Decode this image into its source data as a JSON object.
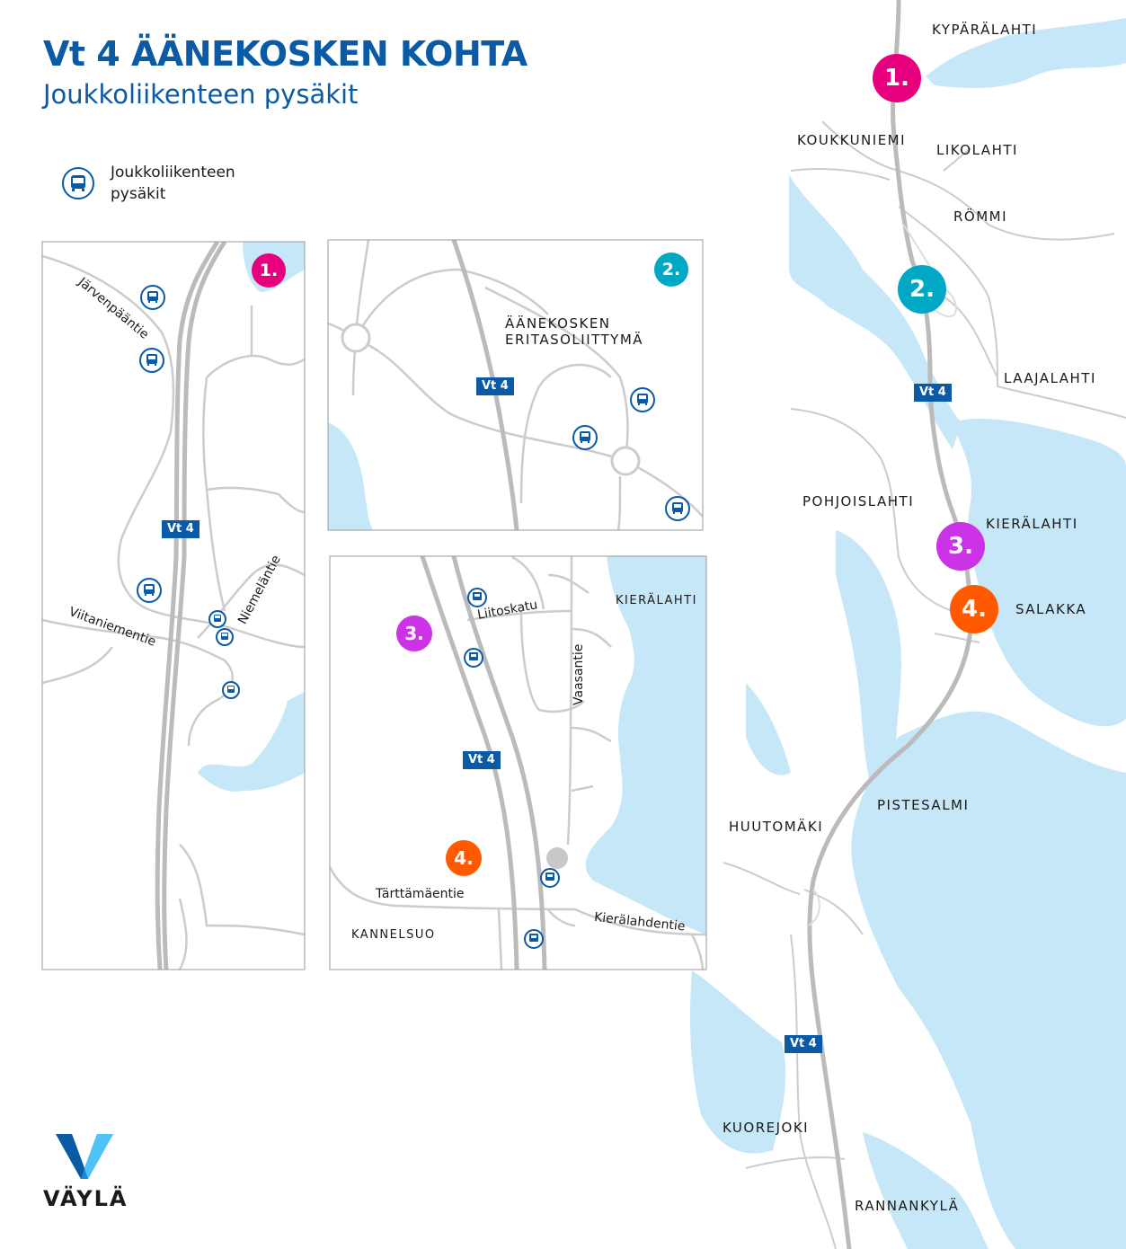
{
  "header": {
    "title": "Vt 4 ÄÄNEKOSKEN KOHTA",
    "subtitle": "Joukkoliikenteen pysäkit"
  },
  "legend": {
    "icon": "bus-icon",
    "text_line1": "Joukkoliikenteen",
    "text_line2": "pysäkit"
  },
  "colors": {
    "brand_blue": "#0a5aa6",
    "water": "#c6e7f7",
    "road": "#cccccc",
    "stop1": "#e6007e",
    "stop2": "#00a8c6",
    "stop3": "#cc33e6",
    "stop4": "#ff5a00"
  },
  "road_shield": "Vt 4",
  "stops": {
    "s1": "1.",
    "s2": "2.",
    "s3": "3.",
    "s4": "4."
  },
  "overview_places": {
    "kyparalahti": "KYPÄRÄLAHTI",
    "koukkuniemi": "KOUKKUNIEMI",
    "likolahti": "LIKOLAHTI",
    "rommi": "RÖMMI",
    "laajalahti": "LAAJALAHTI",
    "pohjoislahti": "POHJOISLAHTI",
    "kieralahti": "KIERÄLAHTI",
    "salakka": "SALAKKA",
    "pistesalmi": "PISTESALMI",
    "huutomaki": "HUUTOMÄKI",
    "kuorejoki": "KUOREJOKI",
    "rannankyla": "RANNANKYLÄ"
  },
  "inset1": {
    "roads": {
      "jarvenpaantie": "Järvenpääntie",
      "niemelantie": "Niemeläntie",
      "viitaniementie": "Viitaniementie"
    }
  },
  "inset2": {
    "place_line1": "ÄÄNEKOSKEN",
    "place_line2": "ERITASOLIITTYMÄ"
  },
  "inset3": {
    "place": "KIERÄLAHTI",
    "place2": "KANNELSUO",
    "roads": {
      "liitoskatu": "Liitoskatu",
      "vaasantie": "Vaasantie",
      "tarttamaentie": "Tärttämäentie",
      "kieralahdentie": "Kierälahdentie"
    }
  },
  "logo": {
    "text": "VÄYLÄ"
  }
}
